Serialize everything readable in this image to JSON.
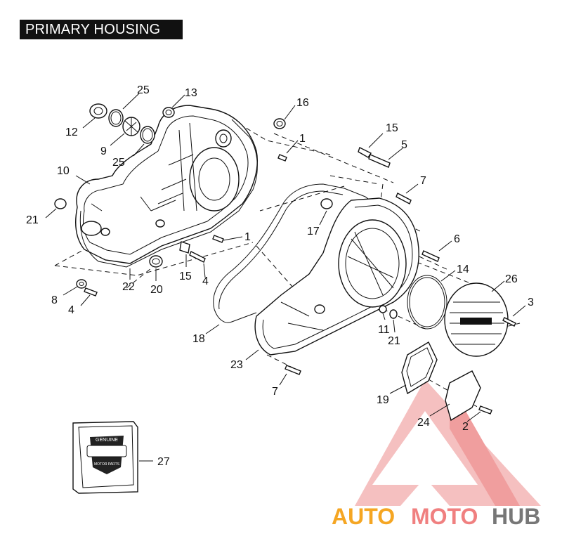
{
  "title": "PRIMARY HOUSING",
  "callouts": [
    {
      "id": "c-25a",
      "text": "25"
    },
    {
      "id": "c-13",
      "text": "13"
    },
    {
      "id": "c-16",
      "text": "16"
    },
    {
      "id": "c-12",
      "text": "12"
    },
    {
      "id": "c-9",
      "text": "9"
    },
    {
      "id": "c-25b",
      "text": "25"
    },
    {
      "id": "c-1a",
      "text": "1"
    },
    {
      "id": "c-15a",
      "text": "15"
    },
    {
      "id": "c-5",
      "text": "5"
    },
    {
      "id": "c-10",
      "text": "10"
    },
    {
      "id": "c-7a",
      "text": "7"
    },
    {
      "id": "c-21a",
      "text": "21"
    },
    {
      "id": "c-17",
      "text": "17"
    },
    {
      "id": "c-1b",
      "text": "1"
    },
    {
      "id": "c-6",
      "text": "6"
    },
    {
      "id": "c-15b",
      "text": "15"
    },
    {
      "id": "c-4a",
      "text": "4"
    },
    {
      "id": "c-14",
      "text": "14"
    },
    {
      "id": "c-26",
      "text": "26"
    },
    {
      "id": "c-8",
      "text": "8"
    },
    {
      "id": "c-22",
      "text": "22"
    },
    {
      "id": "c-20",
      "text": "20"
    },
    {
      "id": "c-3",
      "text": "3"
    },
    {
      "id": "c-4b",
      "text": "4"
    },
    {
      "id": "c-11",
      "text": "11"
    },
    {
      "id": "c-21b",
      "text": "21"
    },
    {
      "id": "c-18",
      "text": "18"
    },
    {
      "id": "c-23",
      "text": "23"
    },
    {
      "id": "c-7b",
      "text": "7"
    },
    {
      "id": "c-19",
      "text": "19"
    },
    {
      "id": "c-24",
      "text": "24"
    },
    {
      "id": "c-2",
      "text": "2"
    },
    {
      "id": "c-27",
      "text": "27"
    }
  ],
  "watermark": {
    "part1": "AUTO",
    "part2": "MOTO",
    "part3": "HUB",
    "color1": "#f5a623",
    "color2": "#f08080",
    "color3": "#777777"
  },
  "package_label": {
    "line1": "GENUINE",
    "line2": "MOTOR PARTS"
  }
}
